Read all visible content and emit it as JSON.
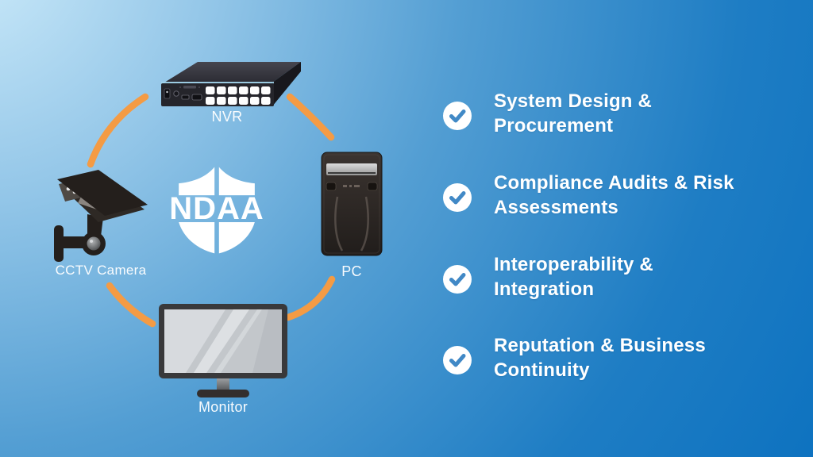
{
  "diagram": {
    "shield_label": "NDAA",
    "devices": [
      {
        "id": "nvr",
        "label": "NVR"
      },
      {
        "id": "cctv-camera",
        "label": "CCTV Camera"
      },
      {
        "id": "pc",
        "label": "PC"
      },
      {
        "id": "monitor",
        "label": "Monitor"
      }
    ],
    "icons": {
      "center": "ndaa-shield-icon",
      "connectors": "orange-connection-arc",
      "device_icons": [
        "nvr-icon",
        "cctv-camera-icon",
        "pc-tower-icon",
        "monitor-icon"
      ]
    }
  },
  "checklist": {
    "bullet_icon": "check-circle-icon",
    "items": [
      {
        "label": "System Design &\nProcurement"
      },
      {
        "label": "Compliance Audits & Risk\nAssessments"
      },
      {
        "label": "Interoperability &\nIntegration"
      },
      {
        "label": "Reputation & Business\nContinuity"
      }
    ]
  },
  "colors": {
    "background_start": "#CDEBFA",
    "background_end": "#0A70BF",
    "arc_orange": "#F49B44",
    "check_mark_blue": "#4189C6",
    "shield_white": "#FFFFFF",
    "text_white": "#FFFFFF"
  }
}
